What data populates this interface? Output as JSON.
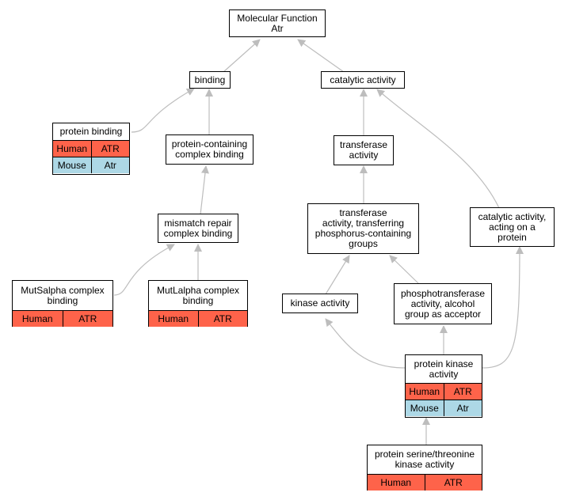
{
  "colors": {
    "human": "#fe634a",
    "mouse": "#add8e6",
    "edge": "#bdbdbd"
  },
  "nodes": {
    "root": "Molecular Function\nAtr",
    "binding": "binding",
    "catalytic": "catalytic activity",
    "protein_binding": "protein binding",
    "pcc_binding": "protein-containing\ncomplex binding",
    "transferase": "transferase\nactivity",
    "mismatch": "mismatch repair\ncomplex binding",
    "transferase_p": "transferase\nactivity, transferring\nphosphorus-containing\ngroups",
    "cat_protein": "catalytic activity,\nacting on a\nprotein",
    "mutsalpha": "MutSalpha complex\nbinding",
    "mutlalpha": "MutLalpha complex\nbinding",
    "kinase": "kinase activity",
    "phospho": "phosphotransferase\nactivity, alcohol\ngroup as acceptor",
    "pkinase": "protein kinase\nactivity",
    "stkinase": "protein serine/threonine\nkinase activity"
  },
  "annotations": {
    "protein_binding": [
      {
        "species": "Human",
        "gene": "ATR"
      },
      {
        "species": "Mouse",
        "gene": "Atr"
      }
    ],
    "mutsalpha": [
      {
        "species": "Human",
        "gene": "ATR"
      }
    ],
    "mutlalpha": [
      {
        "species": "Human",
        "gene": "ATR"
      }
    ],
    "pkinase": [
      {
        "species": "Human",
        "gene": "ATR"
      },
      {
        "species": "Mouse",
        "gene": "Atr"
      }
    ],
    "stkinase": [
      {
        "species": "Human",
        "gene": "ATR"
      }
    ]
  }
}
